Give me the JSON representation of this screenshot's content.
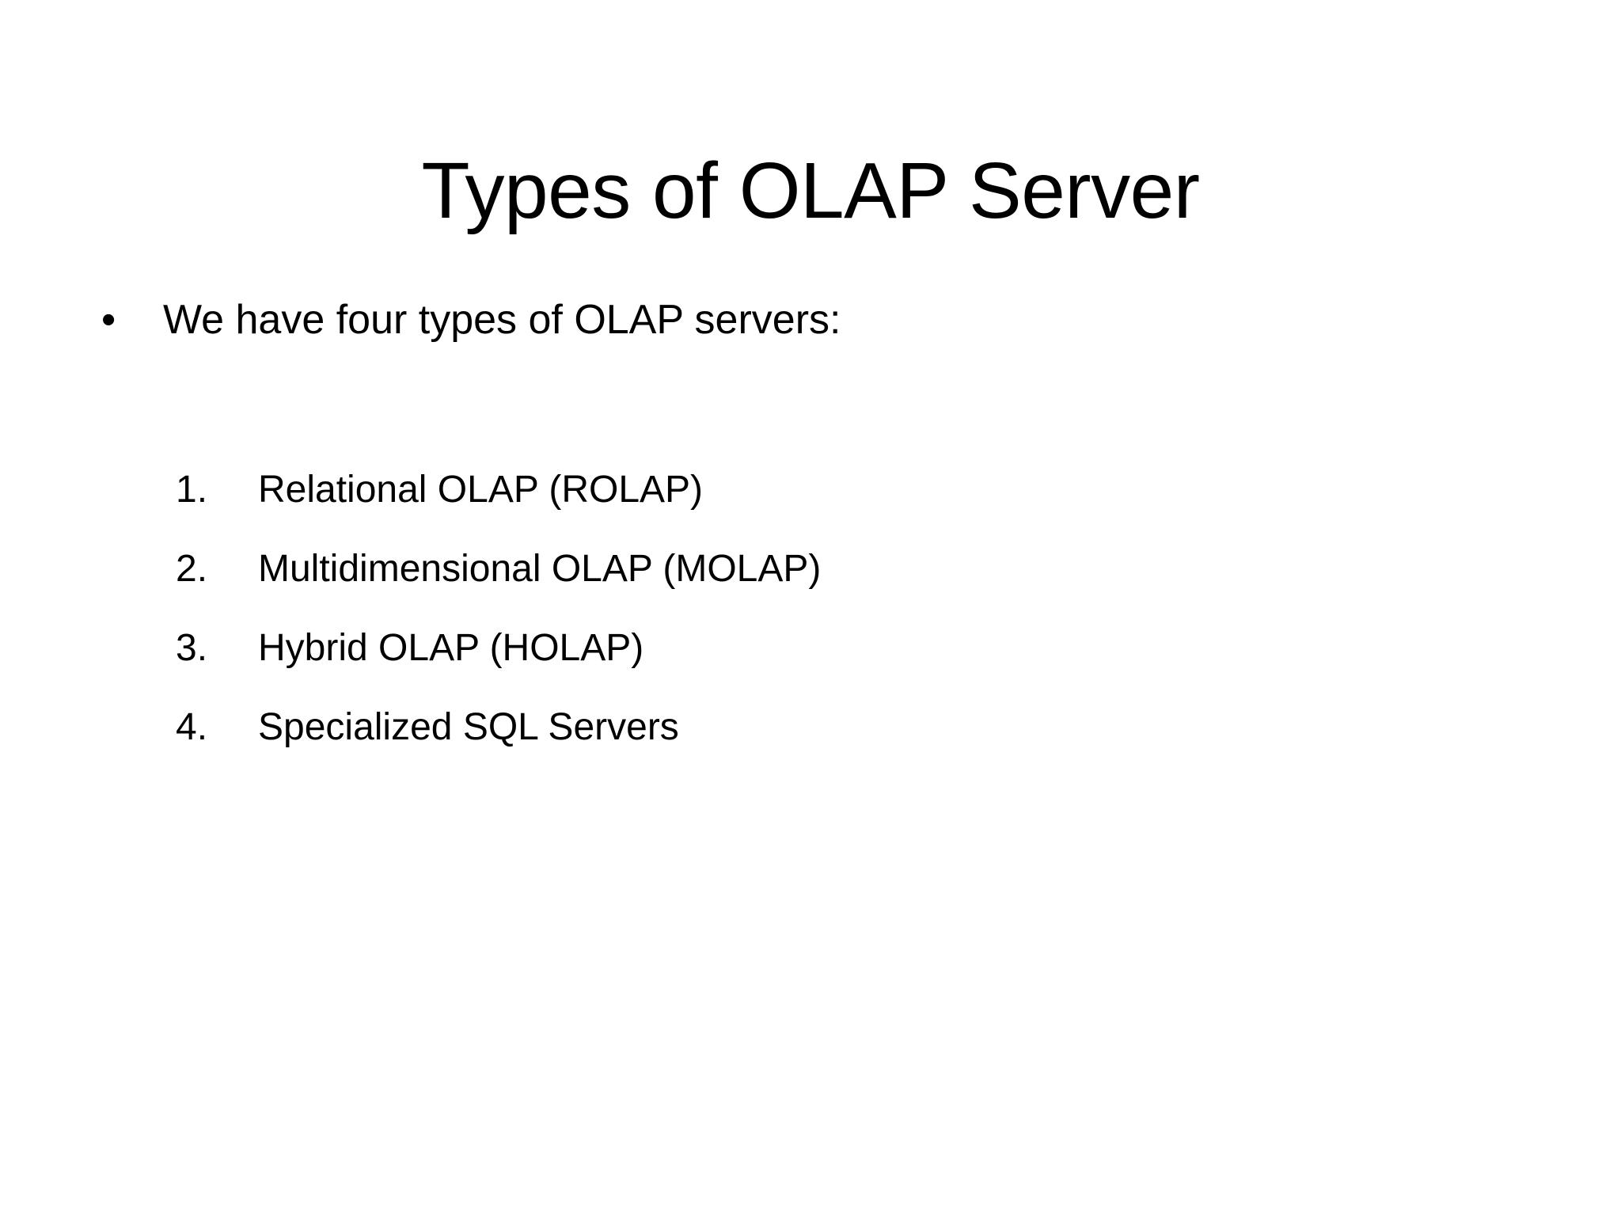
{
  "slide": {
    "background_color": "#ffffff",
    "text_color": "#000000",
    "title": "Types of OLAP Server"
  },
  "body": {
    "bullet": {
      "marker": "•",
      "text": "We have four types of OLAP servers:"
    },
    "numbered_list": [
      {
        "marker": "1.",
        "text": "Relational OLAP (ROLAP)"
      },
      {
        "marker": "2.",
        "text": "Multidimensional OLAP (MOLAP)"
      },
      {
        "marker": "3.",
        "text": "Hybrid OLAP (HOLAP)"
      },
      {
        "marker": "4.",
        "text": "Specialized SQL Servers"
      }
    ]
  }
}
